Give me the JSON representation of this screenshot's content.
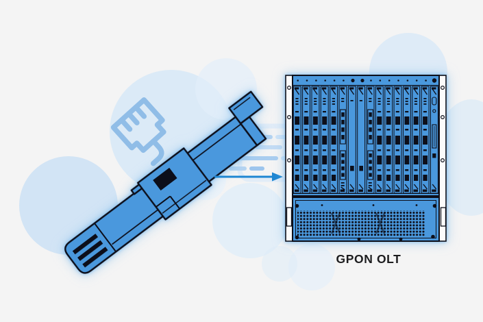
{
  "figure": {
    "caption": "GPON OLT"
  },
  "colors": {
    "background": "#f4f4f4",
    "device_fill": "#4a98dd",
    "device_outline": "#0d0f1a",
    "glow": "#7db9ea",
    "arrow": "#1e86d2",
    "cloud_light": "#d5e7f7",
    "watermark_blue": "#8cbbe7",
    "caption_text": "#1d1d1f"
  },
  "icons": [
    {
      "name": "sfp-transceiver-illustration"
    },
    {
      "name": "right-arrow-icon"
    },
    {
      "name": "gpon-olt-chassis-illustration"
    },
    {
      "name": "rj45-connector-watermark-icon"
    },
    {
      "name": "text-lines-watermark-icon"
    }
  ],
  "chassis": {
    "slot_count": 16,
    "has_fan_tray": true
  }
}
